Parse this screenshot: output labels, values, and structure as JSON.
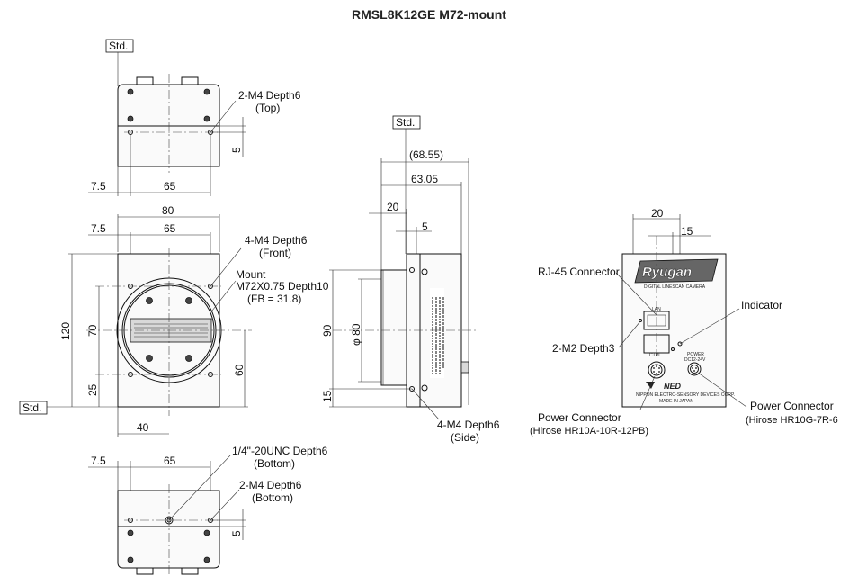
{
  "title": "RMSL8K12GE M72-mount",
  "std_label": "Std.",
  "top_view": {
    "note_line1": "2-M4 Depth6",
    "note_line2": "(Top)",
    "dim_left": "7.5",
    "dim_width": "65",
    "dim_side": "5"
  },
  "front_view": {
    "dim_total": "80",
    "dim_left": "7.5",
    "dim_holes": "65",
    "note_holes_line1": "4-M4 Depth6",
    "note_holes_line2": "(Front)",
    "mount_line1": "Mount",
    "mount_line2": "M72X0.75 Depth10",
    "mount_line3": "(FB = 31.8)",
    "dim_height": "120",
    "dim_70": "70",
    "dim_25": "25",
    "dim_60": "60",
    "dim_40": "40"
  },
  "side_view": {
    "dim_overall": "(68.55)",
    "dim_body": "63.05",
    "dim_mount": "20",
    "dim_5": "5",
    "dim_90": "90",
    "dim_dia": "φ 80",
    "dim_15": "15",
    "note_line1": "4-M4 Depth6",
    "note_line2": "(Side)"
  },
  "bottom_view": {
    "dim_left": "7.5",
    "dim_width": "65",
    "note_unc_line1": "1/4\"-20UNC Depth6",
    "note_unc_line2": "(Bottom)",
    "note_m4_line1": "2-M4 Depth6",
    "note_m4_line2": "(Bottom)",
    "dim_side": "5"
  },
  "rear_view": {
    "dim_20": "20",
    "dim_15": "15",
    "rj45": "RJ-45 Connector",
    "indicator": "Indicator",
    "m2": "2-M2 Depth3",
    "power_left_line1": "Power Connector",
    "power_left_line2": "(Hirose HR10A-10R-12PB)",
    "power_right_line1": "Power Connector",
    "power_right_line2": "(Hirose HR10G-7R-6",
    "brand": "Ryugan",
    "brand_sub": "DIGITAL LINESCAN CAMERA",
    "lan": "LAN",
    "ctrl": "CTRL",
    "power_label_1": "POWER",
    "power_label_2": "DC12-24V",
    "maker": "NIPPON ELECTRO-SENSORY DEVICES CORP.",
    "made_in": "MADE IN JAPAN",
    "logo": "NED"
  }
}
